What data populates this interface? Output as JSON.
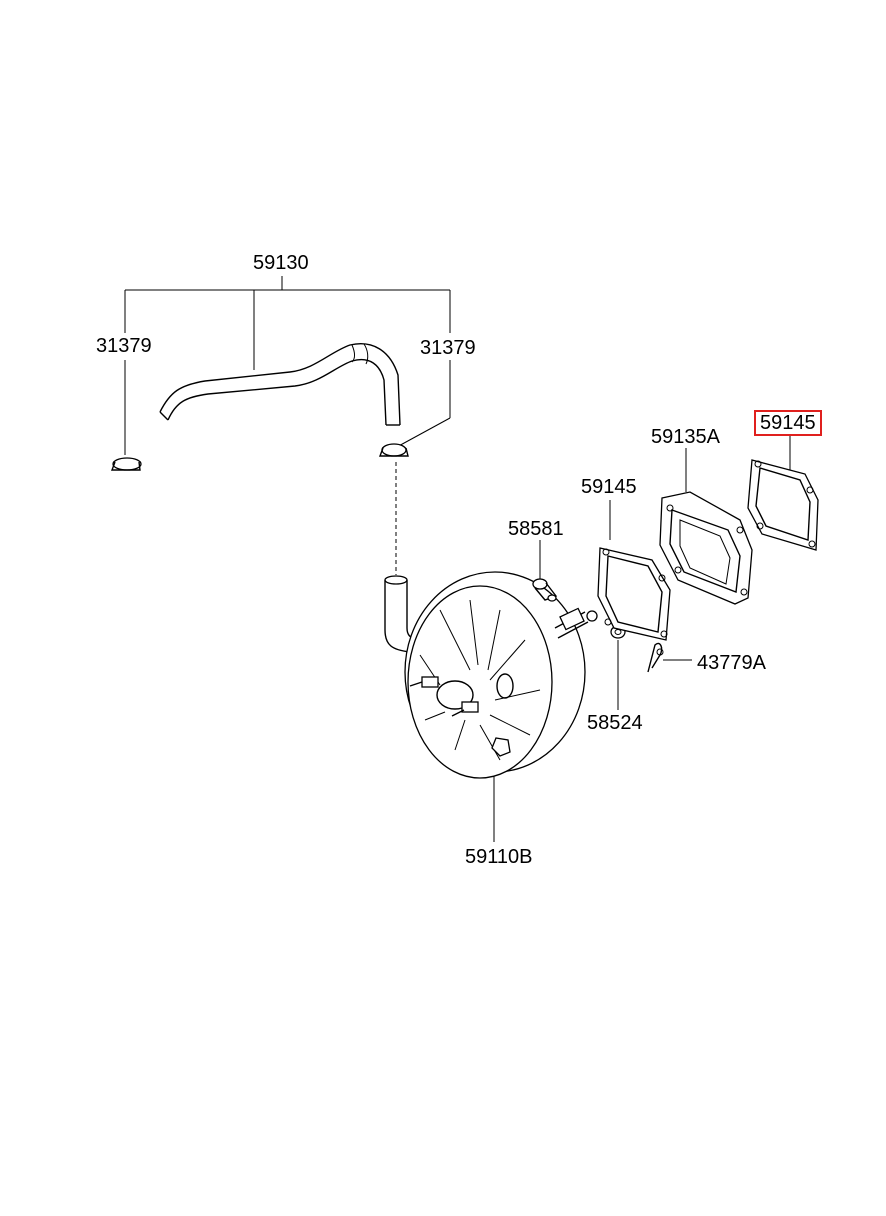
{
  "diagram": {
    "highlight_color": "#e0201e",
    "parts": [
      {
        "id": "p59130",
        "number": "59130",
        "highlighted": false
      },
      {
        "id": "p31379a",
        "number": "31379",
        "highlighted": false
      },
      {
        "id": "p31379b",
        "number": "31379",
        "highlighted": false
      },
      {
        "id": "p59145top",
        "number": "59145",
        "highlighted": true
      },
      {
        "id": "p59135a",
        "number": "59135A",
        "highlighted": false
      },
      {
        "id": "p59145mid",
        "number": "59145",
        "highlighted": false
      },
      {
        "id": "p58581",
        "number": "58581",
        "highlighted": false
      },
      {
        "id": "p43779a",
        "number": "43779A",
        "highlighted": false
      },
      {
        "id": "p58524",
        "number": "58524",
        "highlighted": false
      },
      {
        "id": "p59110b",
        "number": "59110B",
        "highlighted": false
      }
    ]
  }
}
